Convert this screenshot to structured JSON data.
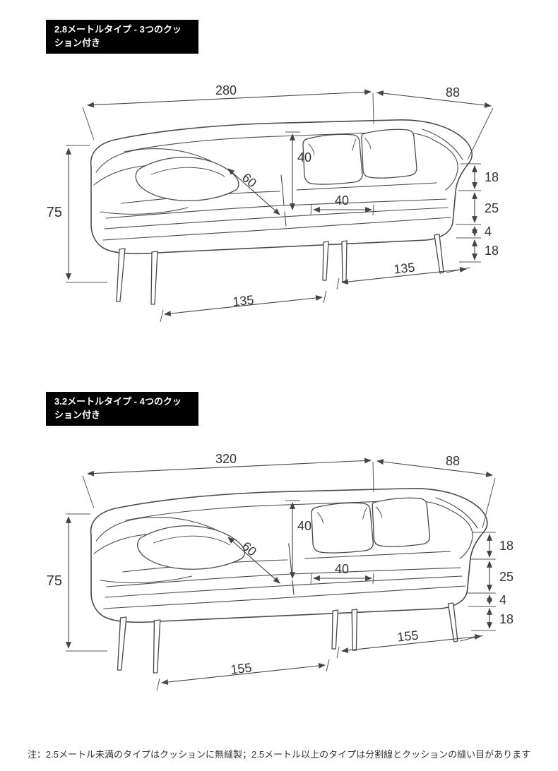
{
  "page": {
    "footer_note": "注：2.5メートル未満のタイプはクッションに無縫製；2.5メートル以上のタイプは分割線とクッションの縫い目があります"
  },
  "sections": [
    {
      "label": "2.8メートルタイプ - 3つのクッション付き",
      "dimensions": {
        "total_width": "280",
        "depth": "88",
        "total_height": "75",
        "backrest_height": "40",
        "cushion_diagonal": "60",
        "cushion_width": "40",
        "arm_top_height": "18",
        "seat_to_arm_height": "25",
        "cushion_gap": "4",
        "base_height": "18",
        "right_seat_width": "135",
        "left_seat_width": "135"
      }
    },
    {
      "label": "3.2メートルタイプ - 4つのクッション付き",
      "dimensions": {
        "total_width": "320",
        "depth": "88",
        "total_height": "75",
        "backrest_height": "40",
        "cushion_diagonal": "60",
        "cushion_width": "40",
        "arm_top_height": "18",
        "seat_to_arm_height": "25",
        "cushion_gap": "4",
        "base_height": "18",
        "right_seat_width": "155",
        "left_seat_width": "155"
      }
    }
  ]
}
